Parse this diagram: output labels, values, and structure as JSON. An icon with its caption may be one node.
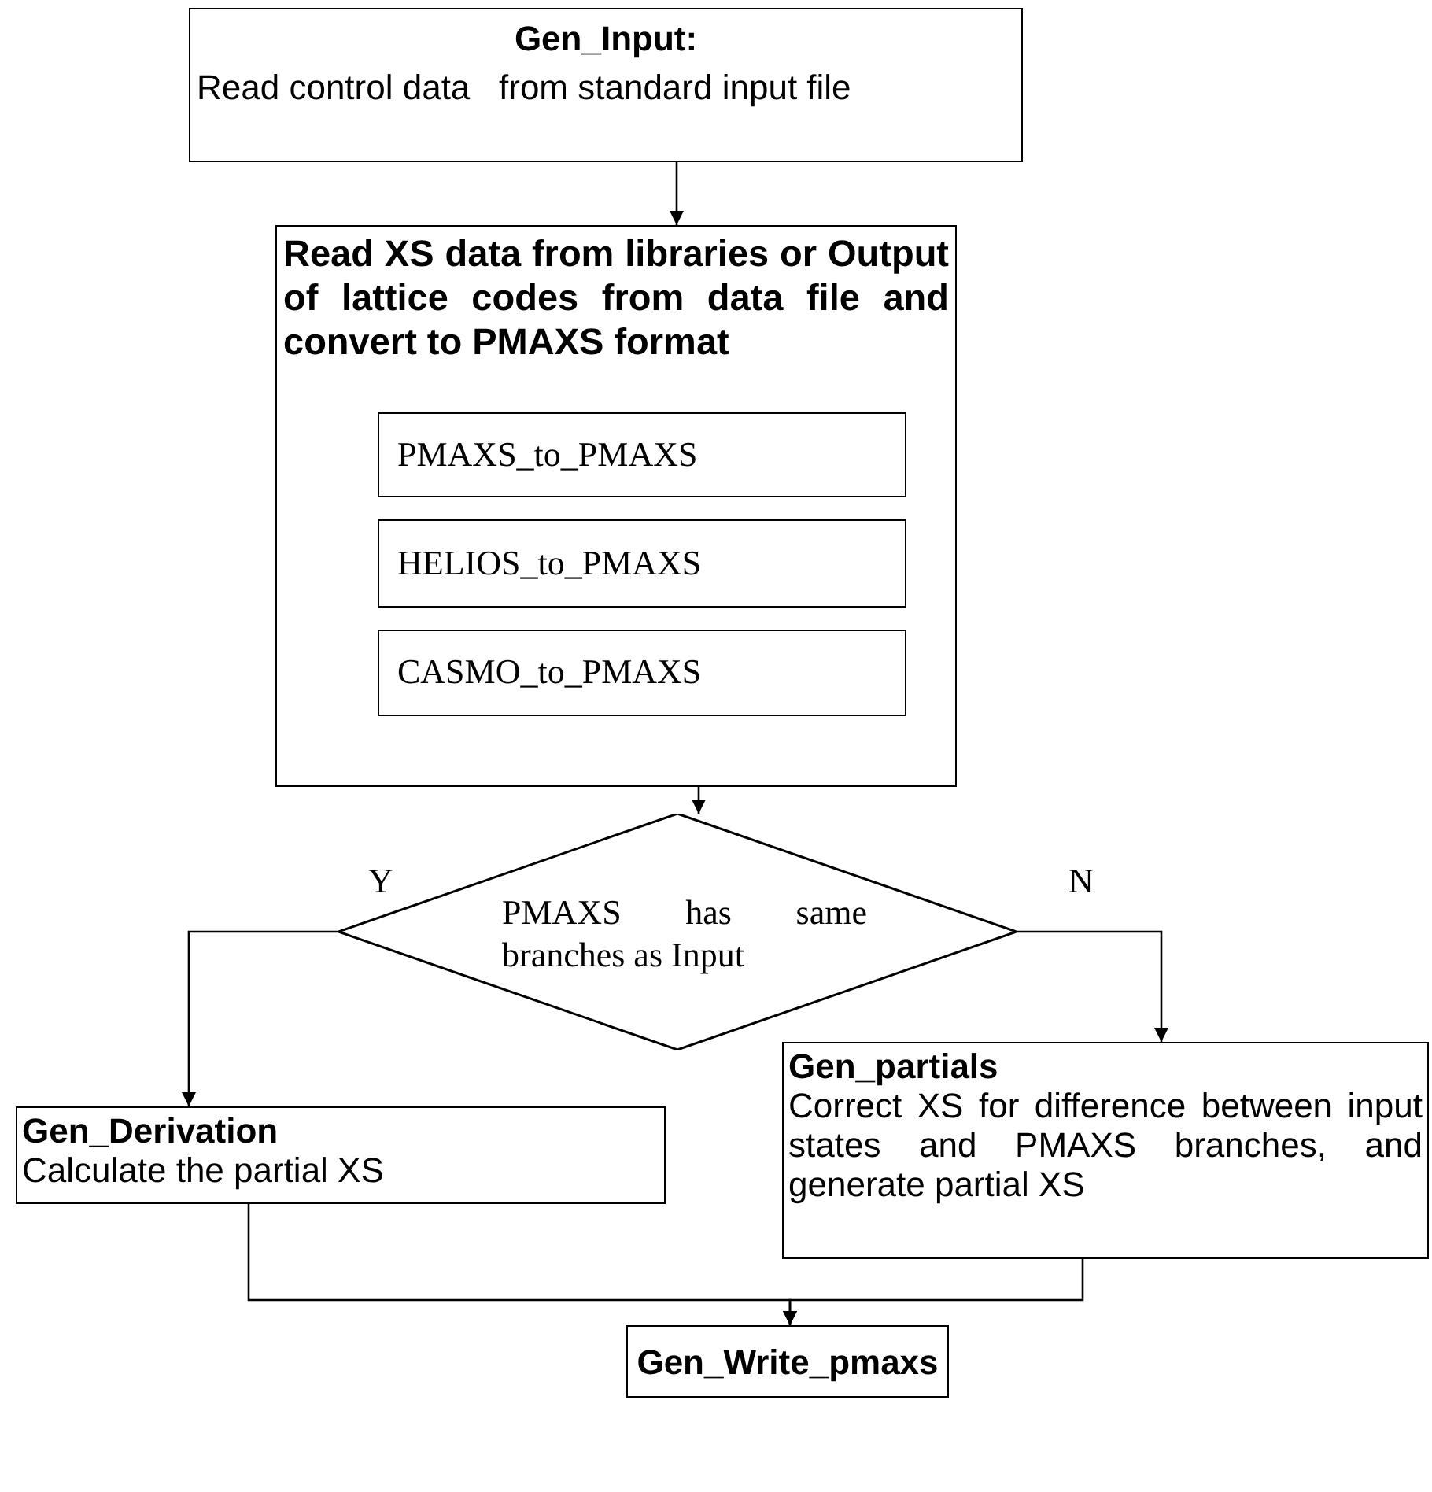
{
  "diagram": {
    "nodes": [
      {
        "text": [
          "Gen_Input:",
          "Read control data   from standard input file"
        ]
      },
      {
        "text": [
          "Read XS data from libraries or Output of lattice codes from data file and convert to PMAXS format"
        ]
      },
      {
        "text": [
          "PMAXS_to_PMAXS"
        ],
        "in": 1
      },
      {
        "text": [
          "HELIOS_to_PMAXS"
        ],
        "in": 1
      },
      {
        "text": [
          "CASMO_to_PMAXS"
        ],
        "in": 1
      },
      {
        "text": [
          "PMAXS has same branches as Input"
        ]
      },
      {
        "text": [
          "Gen_Derivation",
          "Calculate the partial XS"
        ]
      },
      {
        "text": [
          "Gen_partials",
          "Correct XS for difference between input states and PMAXS branches, and generate partial XS"
        ]
      },
      {
        "text": [
          "Gen_Write_pmaxs"
        ]
      }
    ],
    "edges": [
      {
        "from": 0,
        "to": 1,
        "arrow": "to"
      },
      {
        "from": 1,
        "to": 5,
        "arrow": "to"
      },
      {
        "from": 5,
        "to": 6,
        "arrow": "to",
        "label": "Y"
      },
      {
        "from": 5,
        "to": 7,
        "arrow": "to",
        "label": "N"
      },
      {
        "from": 6,
        "to": 8,
        "arrow": "to"
      },
      {
        "from": 7,
        "to": 8,
        "arrow": "to"
      }
    ]
  }
}
